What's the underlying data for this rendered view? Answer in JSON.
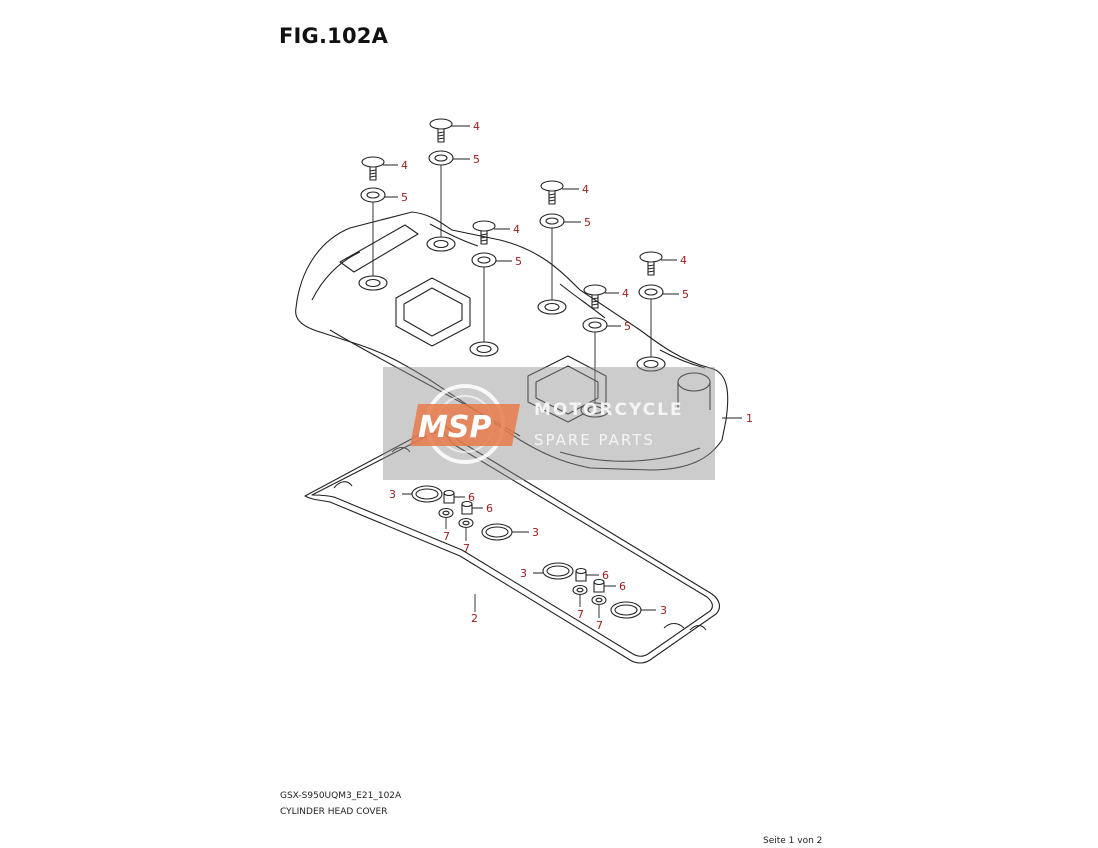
{
  "title": "FIG.102A",
  "diagram_code": "GSX-S950UQM3_E21_102A",
  "diagram_name": "CYLINDER HEAD COVER",
  "page_indicator": "Seite 1 von 2",
  "watermark": {
    "logo": "MSP",
    "line1": "MOTORCYCLE",
    "line2": "SPARE PARTS"
  },
  "callouts": [
    "1",
    "2",
    "3",
    "3",
    "3",
    "3",
    "4",
    "4",
    "4",
    "4",
    "4",
    "4",
    "5",
    "5",
    "5",
    "5",
    "5",
    "5",
    "6",
    "6",
    "6",
    "6",
    "7",
    "7",
    "7",
    "7"
  ],
  "colors": {
    "callout": "#9b1b1b",
    "watermark_bg": "#8e8e8e",
    "watermark_logo": "#e87a4a"
  }
}
